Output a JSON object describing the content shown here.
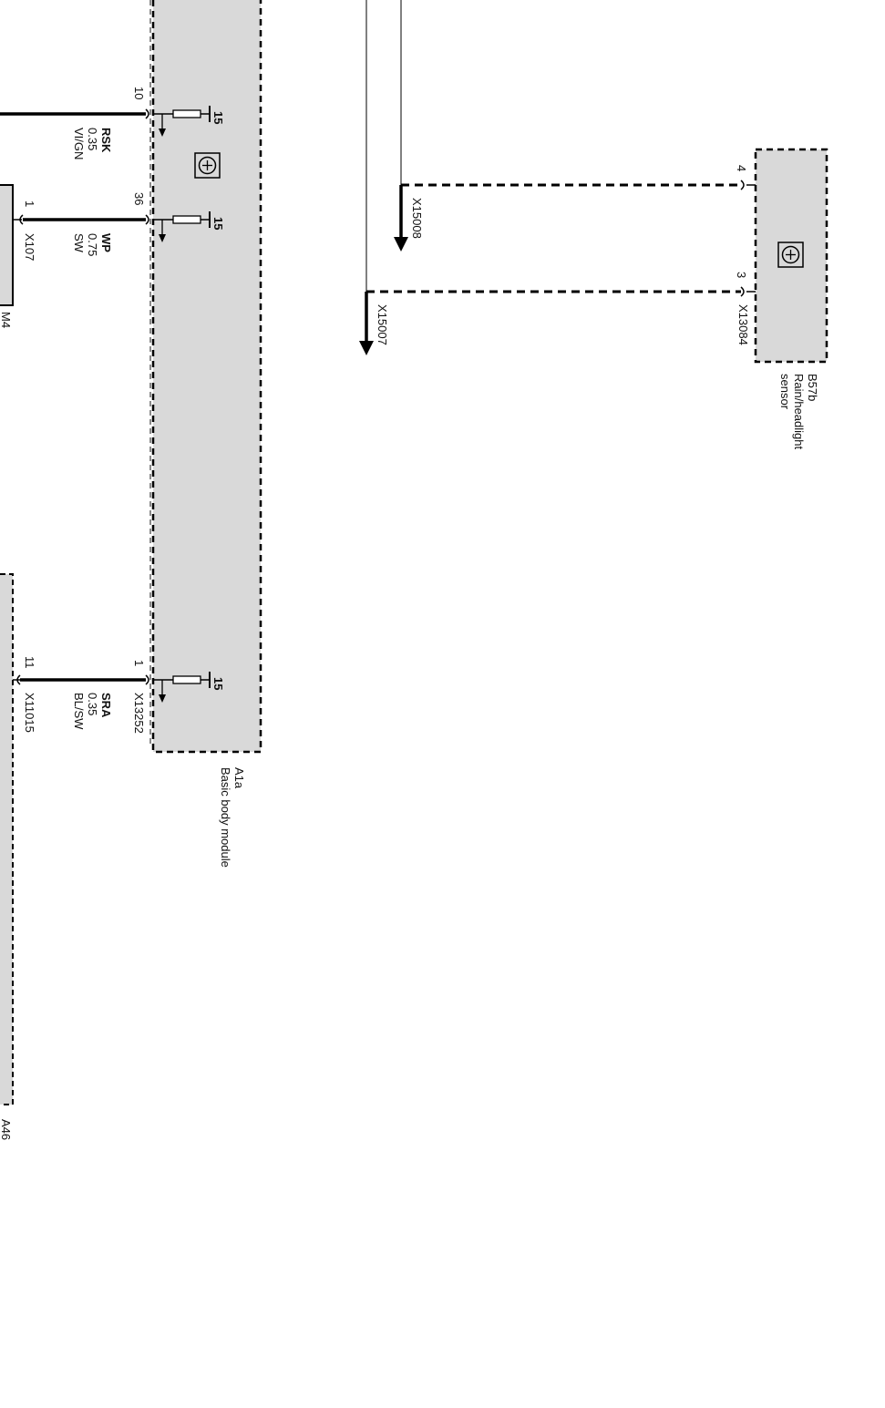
{
  "diagram": {
    "colors": {
      "module_fill": "#d9d9d9",
      "line": "#000000",
      "background": "#ffffff"
    },
    "modules": {
      "basic_body": {
        "id": "A1a",
        "name": "Basic body module",
        "connector": "X13252",
        "pins": [
          {
            "pin": "10",
            "terminal": "15",
            "wire_code": "RSK",
            "gauge": "0.35",
            "color": "VI/GN"
          },
          {
            "pin": "36",
            "terminal": "15",
            "wire_code": "WP",
            "gauge": "0.75",
            "color": "SW"
          },
          {
            "pin": "1",
            "terminal": "15",
            "wire_code": "SRA",
            "gauge": "0.35",
            "color": "BL/SW"
          }
        ]
      },
      "rain_sensor": {
        "id": "B57b",
        "name_line1": "Rain/headlight",
        "name_line2": "sensor",
        "connector": "X13084",
        "pins": [
          {
            "pin": "4",
            "splice": "X15008"
          },
          {
            "pin": "3",
            "splice": "X15007"
          }
        ]
      },
      "left_top": {
        "id_fragment": "M4",
        "pin": "1",
        "connector": "X107"
      },
      "left_bottom": {
        "id_fragment": "A46",
        "pin": "11",
        "connector": "X11015"
      }
    },
    "icons": {
      "basic_body_icon": "diagnosis-symbol-icon",
      "rain_sensor_icon": "diagnosis-symbol-icon"
    }
  }
}
